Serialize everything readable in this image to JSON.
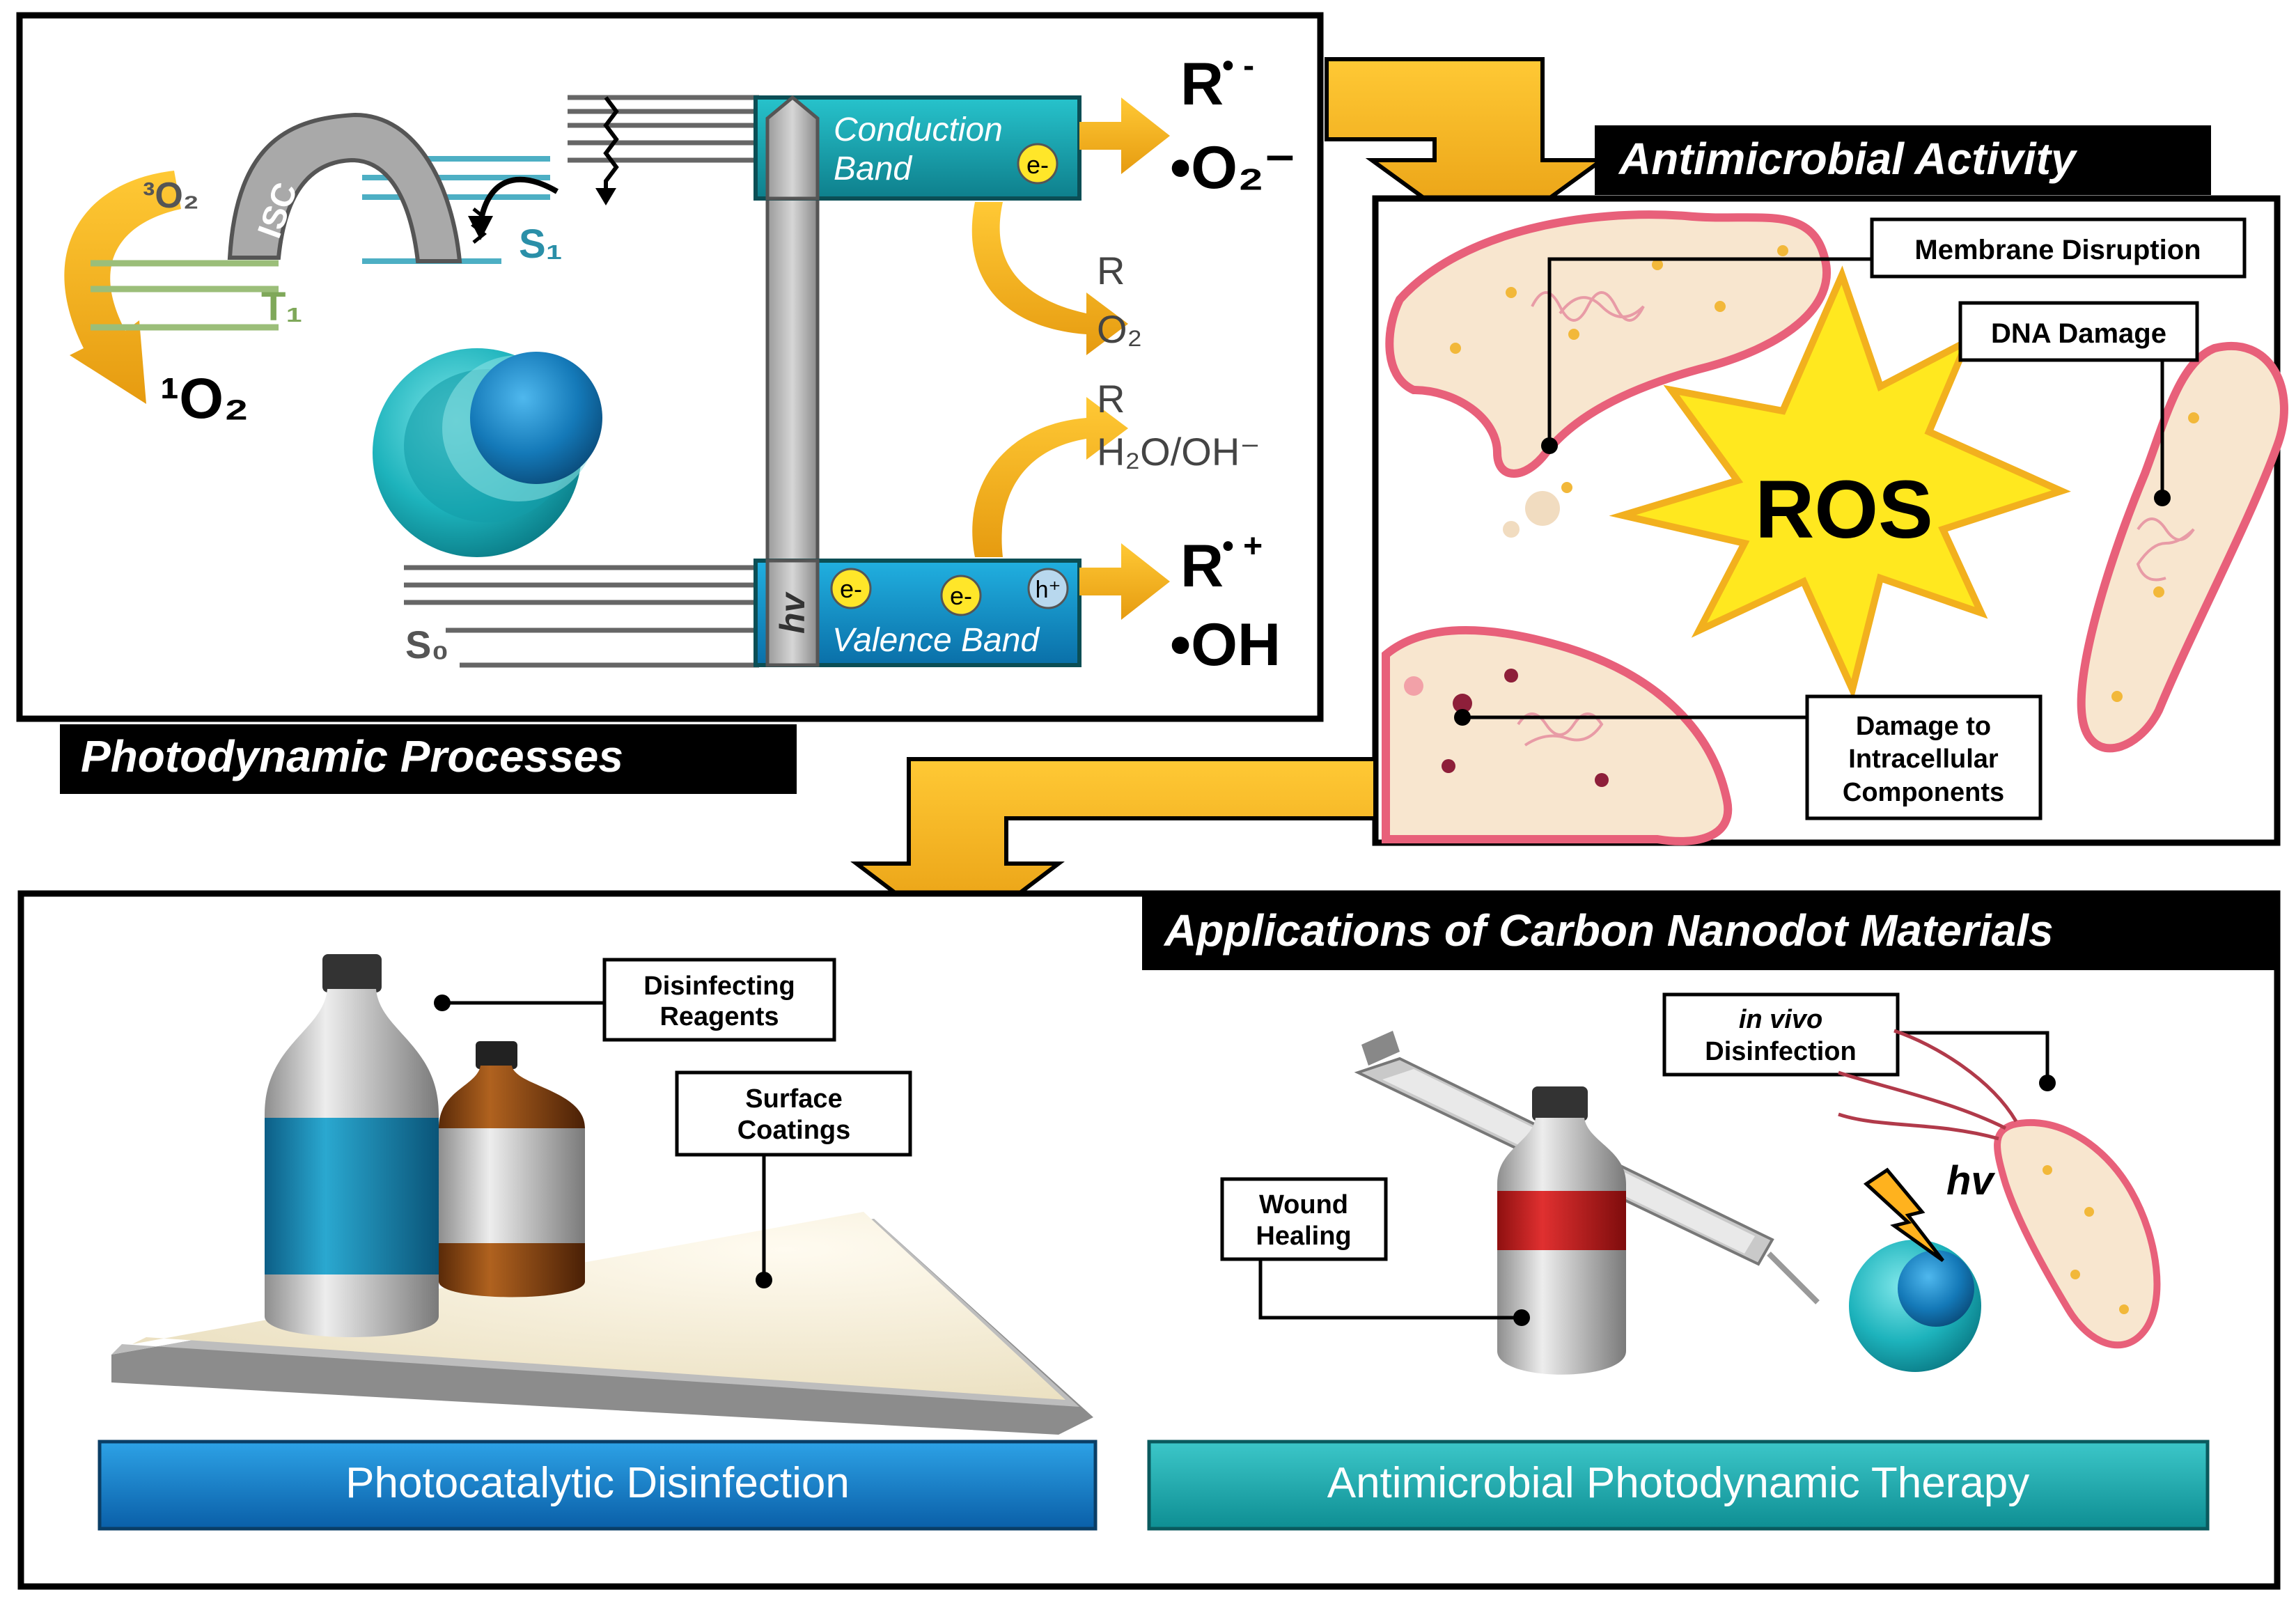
{
  "panels": {
    "photodynamic_title": "Photodynamic Processes",
    "antimicrobial_title": "Antimicrobial Activity",
    "applications_title": "Applications of Carbon Nanodot Materials"
  },
  "jablonski": {
    "o3": "³O₂",
    "isc": "ISC",
    "s1": "S₁",
    "t1": "T₁",
    "o1": "¹O₂",
    "s0": "S₀"
  },
  "bands": {
    "conduction": [
      "Conduction",
      "Band"
    ],
    "valence": "Valence Band",
    "hv": "hv",
    "electron": "e-",
    "hole": "h⁺"
  },
  "species": {
    "r_minus": "R",
    "r_minus_sup": "• -",
    "o2_minus": "•O₂⁻",
    "r_o2": [
      "R",
      "O₂"
    ],
    "r_h2o": [
      "R",
      "H₂O/OH⁻"
    ],
    "r_plus": "R",
    "r_plus_sup": "• +",
    "oh": "•OH"
  },
  "antimicrobial": {
    "ros": "ROS",
    "membrane": "Membrane Disruption",
    "dna": "DNA Damage",
    "intracellular": [
      "Damage to",
      "Intracellular",
      "Components"
    ]
  },
  "applications": {
    "disinfecting": [
      "Disinfecting",
      "Reagents"
    ],
    "surface": [
      "Surface",
      "Coatings"
    ],
    "wound": [
      "Wound",
      "Healing"
    ],
    "invivo": [
      "in vivo",
      "Disinfection"
    ],
    "hv": "hv",
    "photocatalytic": "Photocatalytic Disinfection",
    "apdt": "Antimicrobial Photodynamic Therapy"
  },
  "colors": {
    "arrow": "#F5B21E",
    "teal": "#1FB5BE",
    "blue": "#1479B8",
    "green": "#8DB56C",
    "bacteria_fill": "#F8E6CF",
    "bacteria_edge": "#E8607A"
  }
}
